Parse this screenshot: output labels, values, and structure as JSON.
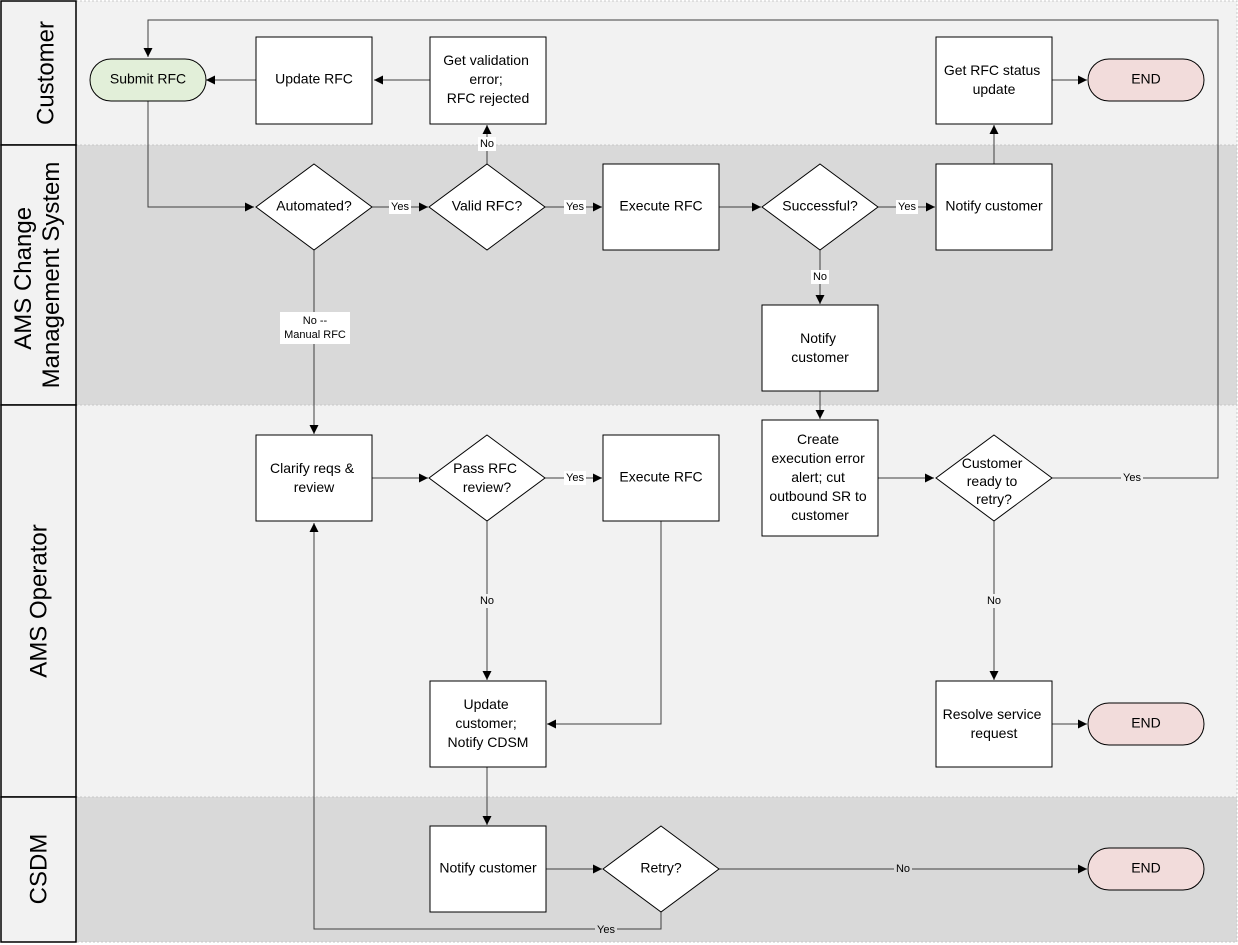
{
  "lanes": [
    {
      "id": "customer",
      "label": "Customer"
    },
    {
      "id": "ams_cms",
      "label_lines": [
        "AMS Change",
        "Management System"
      ]
    },
    {
      "id": "ams_operator",
      "label": "AMS Operator"
    },
    {
      "id": "csdm",
      "label": "CSDM"
    }
  ],
  "nodes": {
    "submit_rfc": {
      "lines": [
        "Submit RFC"
      ]
    },
    "update_rfc": {
      "lines": [
        "Update RFC"
      ]
    },
    "get_validation_error": {
      "lines": [
        "Get validation",
        "error;",
        "RFC rejected"
      ]
    },
    "get_rfc_status": {
      "lines": [
        "Get RFC status",
        "update"
      ]
    },
    "end_customer": {
      "lines": [
        "END"
      ]
    },
    "automated": {
      "lines": [
        "Automated?"
      ]
    },
    "valid_rfc": {
      "lines": [
        "Valid RFC?"
      ]
    },
    "execute_rfc_auto": {
      "lines": [
        "Execute RFC"
      ]
    },
    "successful": {
      "lines": [
        "Successful?"
      ]
    },
    "notify_customer_success": {
      "lines": [
        "Notify customer"
      ]
    },
    "notify_customer_fail": {
      "lines": [
        "Notify",
        "customer"
      ]
    },
    "clarify_reqs": {
      "lines": [
        "Clarify reqs &",
        "review"
      ]
    },
    "pass_rfc_review": {
      "lines": [
        "Pass RFC",
        "review?"
      ]
    },
    "execute_rfc_manual": {
      "lines": [
        "Execute RFC"
      ]
    },
    "create_execution_error": {
      "lines": [
        "Create",
        "execution error",
        "alert; cut",
        "outbound SR to",
        "customer"
      ]
    },
    "customer_ready_retry": {
      "lines": [
        "Customer",
        "ready to",
        "retry?"
      ]
    },
    "update_customer_notify_cdsm": {
      "lines": [
        "Update",
        "customer;",
        "Notify CDSM"
      ]
    },
    "resolve_service_request": {
      "lines": [
        "Resolve service",
        "request"
      ]
    },
    "end_operator": {
      "lines": [
        "END"
      ]
    },
    "notify_customer_csdm": {
      "lines": [
        "Notify customer"
      ]
    },
    "retry": {
      "lines": [
        "Retry?"
      ]
    },
    "end_csdm": {
      "lines": [
        "END"
      ]
    }
  },
  "edge_labels": {
    "automated_yes": [
      "Yes"
    ],
    "valid_yes": [
      "Yes"
    ],
    "valid_no": [
      "No"
    ],
    "successful_yes": [
      "Yes"
    ],
    "successful_no": [
      "No"
    ],
    "automated_no": [
      "No --",
      "Manual RFC"
    ],
    "pass_review_yes": [
      "Yes"
    ],
    "pass_review_no": [
      "No"
    ],
    "customer_ready_yes": [
      "Yes"
    ],
    "customer_ready_no": [
      "No"
    ],
    "retry_no": [
      "No"
    ],
    "retry_yes": [
      "Yes"
    ]
  },
  "colors": {
    "lane_light": "#f2f2f2",
    "lane_dark": "#d9d9d9",
    "start_fill": "#e2efd9",
    "end_fill": "#f2dcdb",
    "box_fill": "#ffffff",
    "stroke": "#000000",
    "line": "#404040"
  }
}
